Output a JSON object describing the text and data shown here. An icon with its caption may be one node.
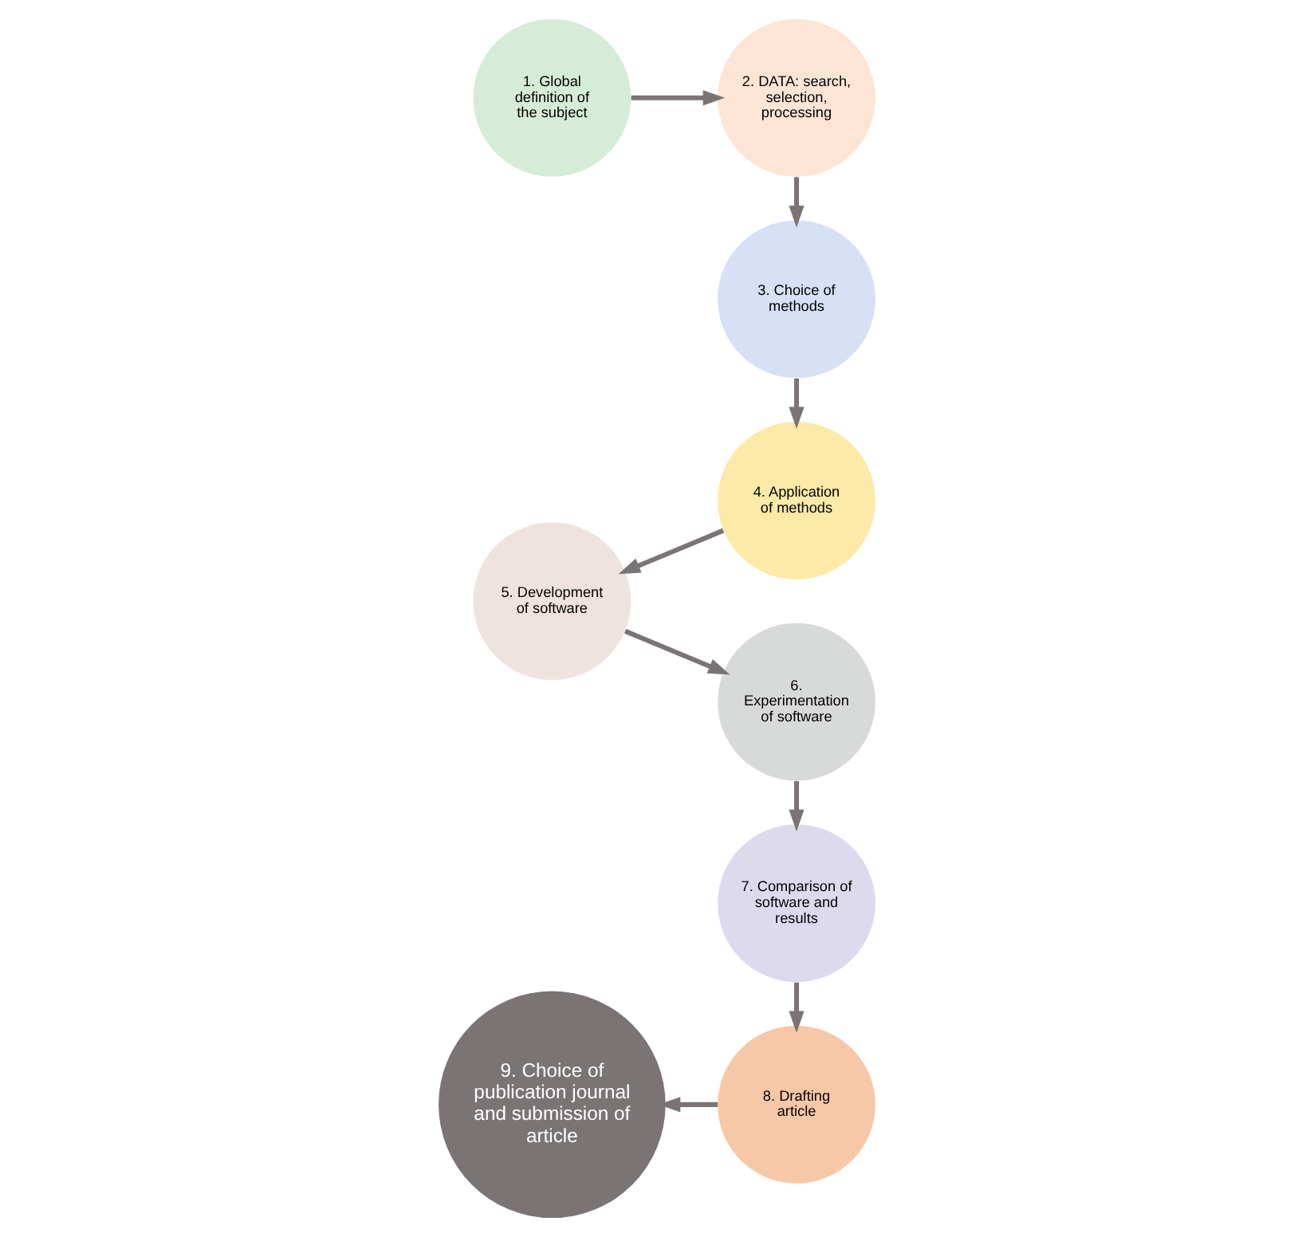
{
  "diagram": {
    "nodes": [
      {
        "text": [
          "1. Global definition of the subject"
        ]
      },
      {
        "text": [
          "2. DATA: search, selection, processing"
        ]
      },
      {
        "text": [
          "3. Choice of methods"
        ]
      },
      {
        "text": [
          "4. Application of methods"
        ]
      },
      {
        "text": [
          "5. Development of software"
        ]
      },
      {
        "text": [
          "6. Experimentation of software"
        ]
      },
      {
        "text": [
          "7. Comparison of software and results"
        ]
      },
      {
        "text": [
          "8. Drafting article"
        ]
      },
      {
        "text": [
          "9. Choice of publication journal and submission of article"
        ]
      }
    ],
    "edges": [
      {
        "from": 0,
        "to": 1,
        "arrow": "to"
      },
      {
        "from": 1,
        "to": 2,
        "arrow": "to"
      },
      {
        "from": 2,
        "to": 3,
        "arrow": "to"
      },
      {
        "from": 3,
        "to": 4,
        "arrow": "to"
      },
      {
        "from": 4,
        "to": 5,
        "arrow": "to"
      },
      {
        "from": 5,
        "to": 6,
        "arrow": "to"
      },
      {
        "from": 6,
        "to": 7,
        "arrow": "to"
      },
      {
        "from": 7,
        "to": 8,
        "arrow": "to"
      }
    ]
  }
}
